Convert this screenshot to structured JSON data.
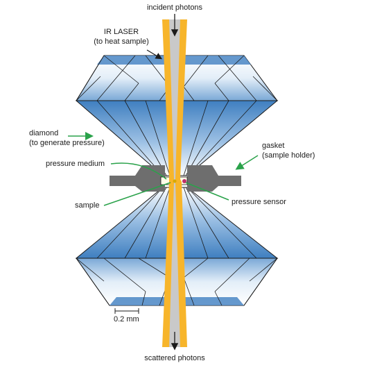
{
  "labels": {
    "incident": "incident photons",
    "ir_laser_1": "IR LASER",
    "ir_laser_2": "(to heat sample)",
    "diamond_1": "diamond",
    "diamond_2": "(to generate pressure)",
    "gasket_1": "gasket",
    "gasket_2": "(sample holder)",
    "pressure_medium": "pressure medium",
    "sample": "sample",
    "pressure_sensor": "pressure sensor",
    "scale": "0.2 mm",
    "scattered": "scattered photons"
  },
  "colors": {
    "diamond_blue": "#3f7fc0",
    "diamond_light": "#ffffff",
    "laser_yellow": "#f7b52b",
    "beam_gray": "#c9c9c9",
    "gasket_gray": "#6e6e6e",
    "arrow_green": "#2aa24a",
    "sensor_pink": "#c0306a",
    "outline": "#1a1a1a"
  }
}
